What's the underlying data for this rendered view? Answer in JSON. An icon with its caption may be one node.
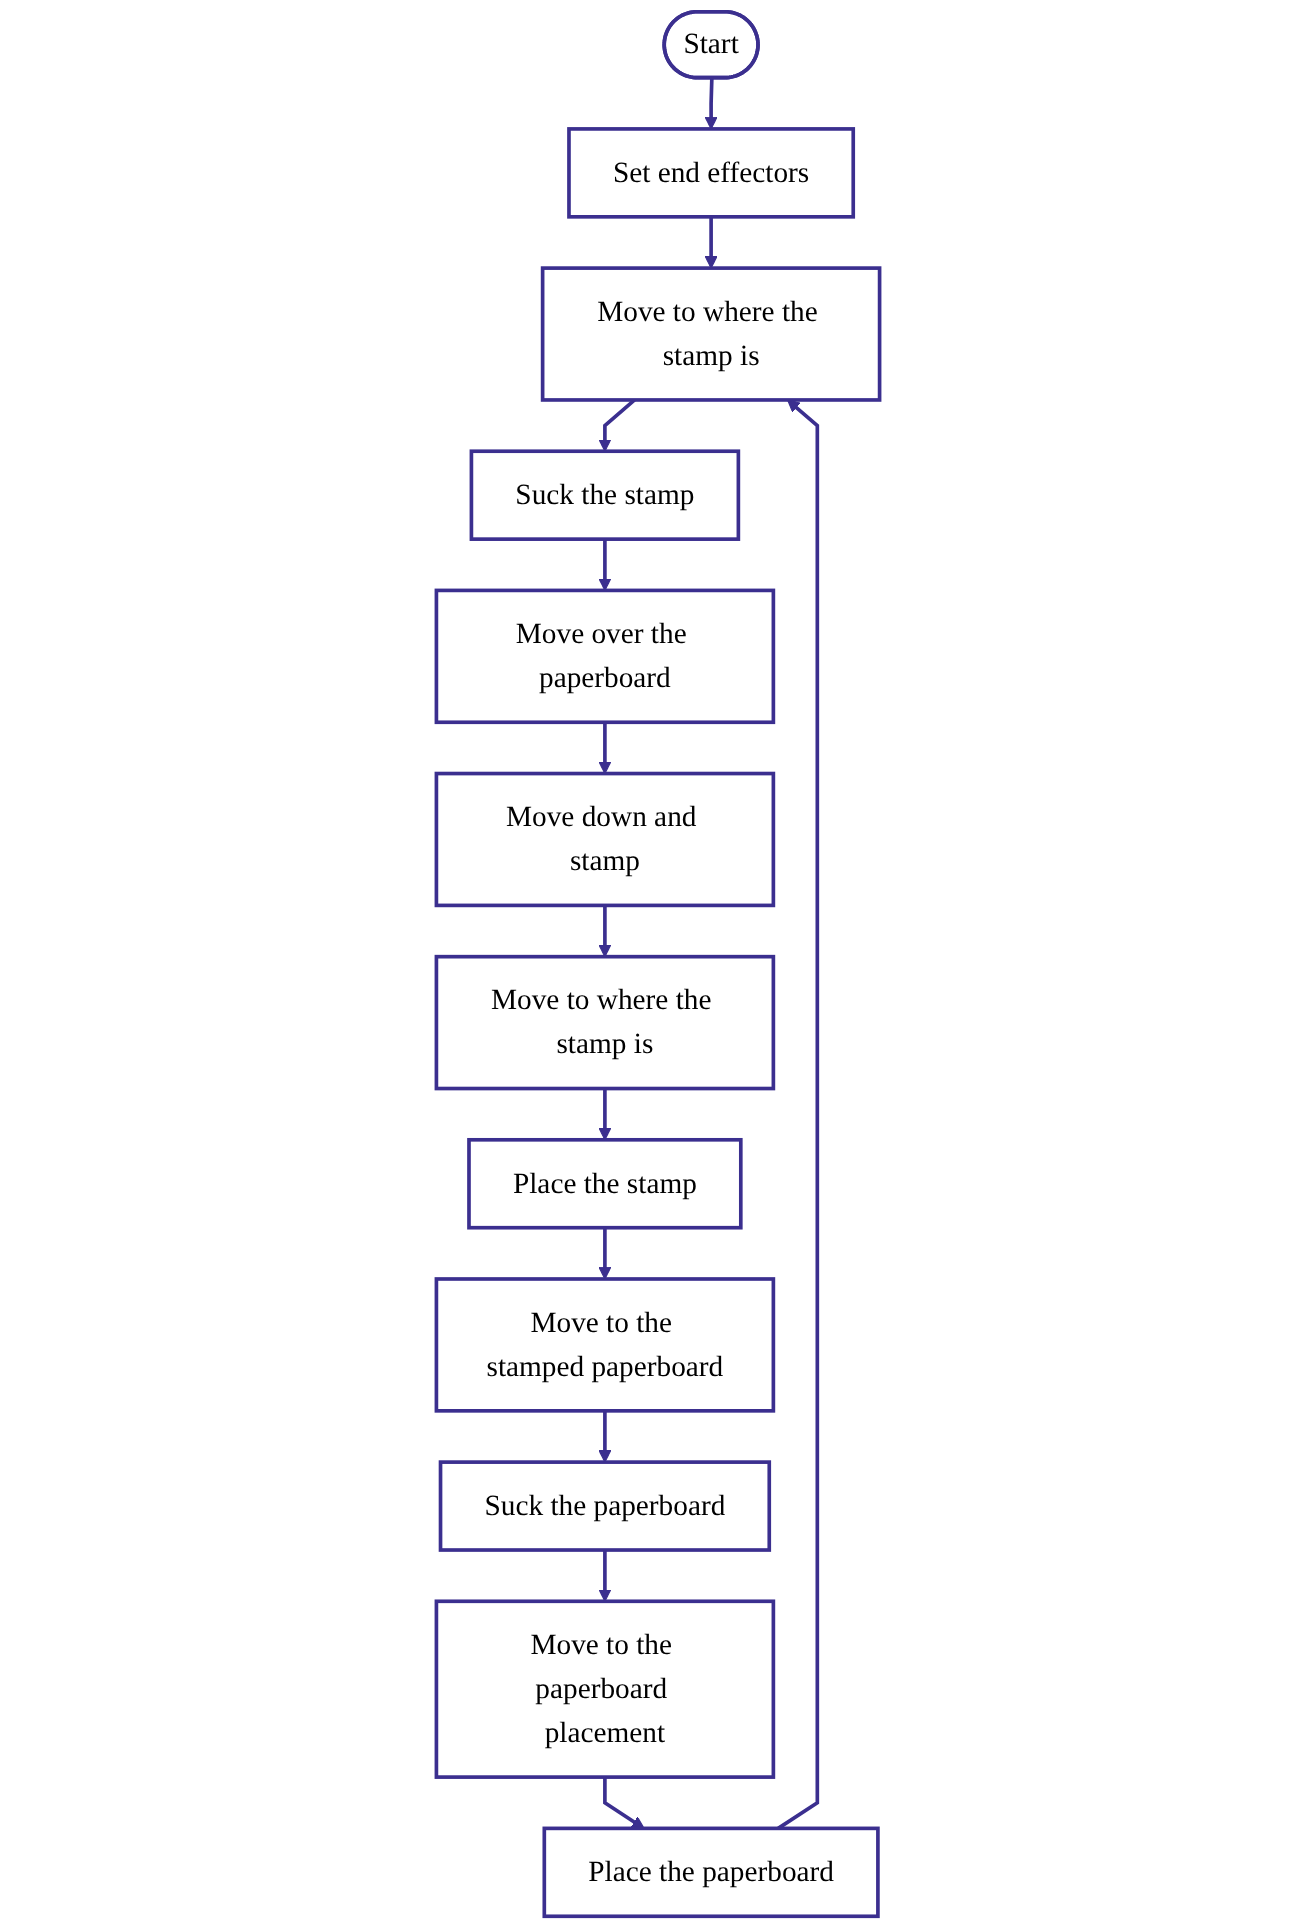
{
  "diagram": {
    "nodes": [
      {
        "text": [
          "Start"
        ]
      },
      {
        "text": [
          "Set end effectors"
        ]
      },
      {
        "text": [
          "Move to where the stamp is"
        ]
      },
      {
        "text": [
          "Suck the stamp"
        ]
      },
      {
        "text": [
          "Move over the paperboard"
        ]
      },
      {
        "text": [
          "Move down and stamp"
        ]
      },
      {
        "text": [
          "Move to where the stamp is"
        ]
      },
      {
        "text": [
          "Place the stamp"
        ]
      },
      {
        "text": [
          "Move to the stamped paperboard"
        ]
      },
      {
        "text": [
          "Suck the paperboard"
        ]
      },
      {
        "text": [
          "Move to the paperboard placement"
        ]
      },
      {
        "text": [
          "Place the paperboard"
        ]
      }
    ],
    "edges": [
      {
        "from": 0,
        "to": 1,
        "arrow": "to"
      },
      {
        "from": 1,
        "to": 2,
        "arrow": "to"
      },
      {
        "from": 2,
        "to": 3,
        "arrow": "to"
      },
      {
        "from": 3,
        "to": 4,
        "arrow": "to"
      },
      {
        "from": 4,
        "to": 5,
        "arrow": "to"
      },
      {
        "from": 5,
        "to": 6,
        "arrow": "to"
      },
      {
        "from": 6,
        "to": 7,
        "arrow": "to"
      },
      {
        "from": 7,
        "to": 8,
        "arrow": "to"
      },
      {
        "from": 8,
        "to": 9,
        "arrow": "to"
      },
      {
        "from": 9,
        "to": 10,
        "arrow": "to"
      },
      {
        "from": 10,
        "to": 11,
        "arrow": "to"
      },
      {
        "from": 11,
        "to": 2,
        "arrow": "to"
      }
    ]
  }
}
